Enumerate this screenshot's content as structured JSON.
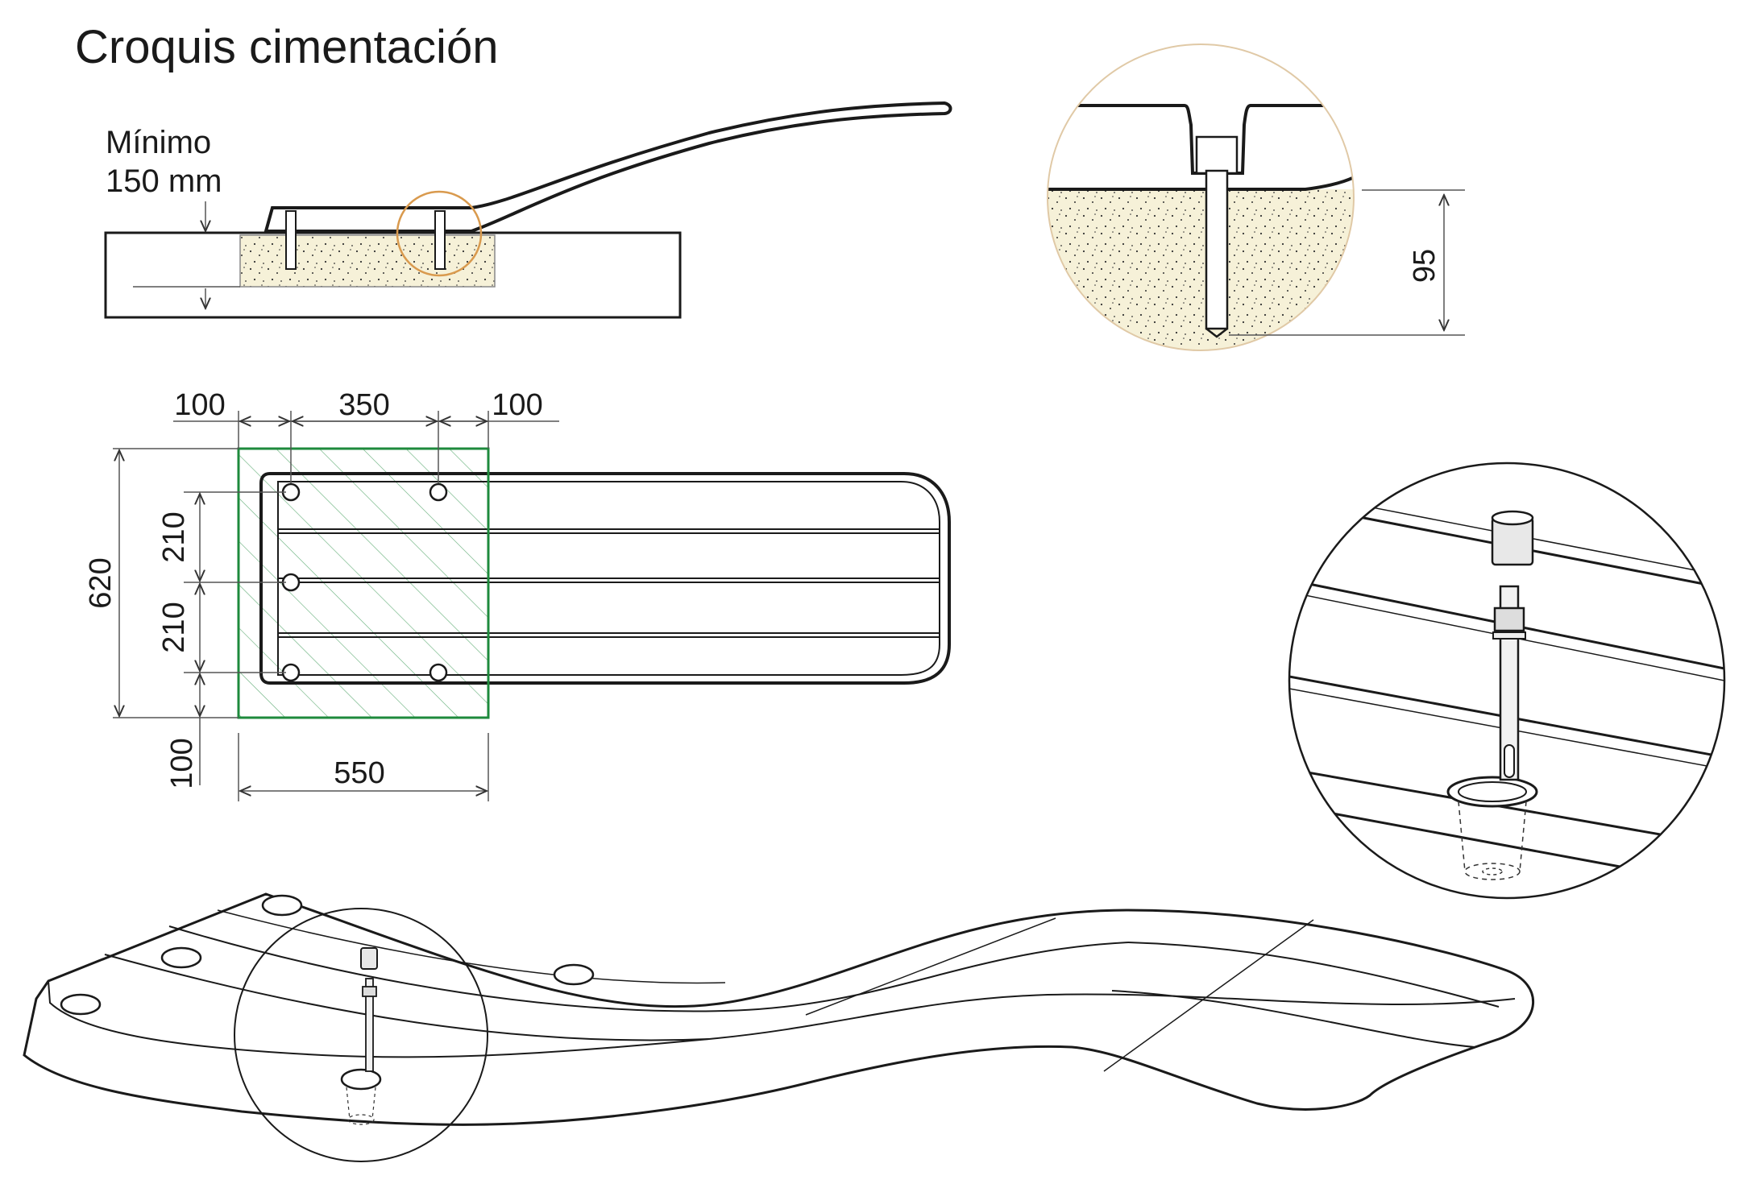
{
  "title": "Croquis cimentación",
  "side_view": {
    "note_line1": "Mínimo",
    "note_line2": "150 mm"
  },
  "detail_view": {
    "depth_label": "95"
  },
  "plan_view": {
    "dim_top_left": "100",
    "dim_top_middle": "350",
    "dim_top_right": "100",
    "dim_overall_height": "620",
    "dim_spacing_1": "210",
    "dim_spacing_2": "210",
    "dim_bottom_margin": "100",
    "dim_width": "550"
  },
  "colors": {
    "line": "#1a1a1a",
    "concrete_fill": "#f6f1d8",
    "foundation_outline": "#1e8a3c",
    "highlight_circle": "#d99a4e",
    "detail_circle": "#e0c9a6"
  }
}
